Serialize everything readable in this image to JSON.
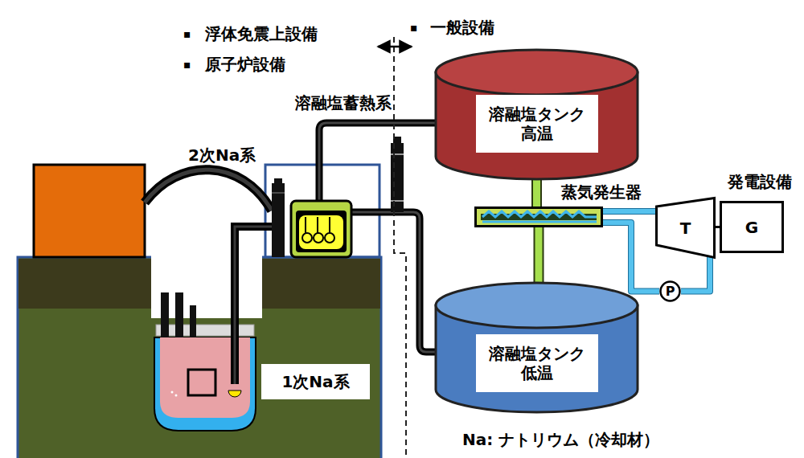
{
  "diagram": {
    "nodes": [
      {
        "text": [
          "溶融塩タンク 高温"
        ]
      },
      {
        "text": [
          "蒸気発生器"
        ]
      },
      {
        "text": [
          "T"
        ]
      },
      {
        "text": [
          "G"
        ]
      },
      {
        "text": [
          "P"
        ]
      },
      {
        "text": [
          "溶融塩タンク 低温"
        ]
      },
      {
        "text": [
          "1次Na系"
        ]
      }
    ],
    "edges": [
      {
        "from": 0,
        "to": 1,
        "arrow": "none"
      },
      {
        "from": 1,
        "to": 5,
        "arrow": "none"
      },
      {
        "from": 1,
        "to": 2,
        "arrow": "none"
      },
      {
        "from": 2,
        "to": 3,
        "arrow": "none"
      },
      {
        "from": 2,
        "to": 4,
        "arrow": "none"
      },
      {
        "from": 4,
        "to": 1,
        "arrow": "none"
      }
    ],
    "labels": [
      "▪",
      "浮体免震上設備",
      "▪",
      "原子炉設備",
      "▪",
      "一般設備",
      "溶融塩蓄熱系",
      "2次Na系",
      "発電設備",
      "Na: ナトリウム（冷却材）"
    ]
  }
}
